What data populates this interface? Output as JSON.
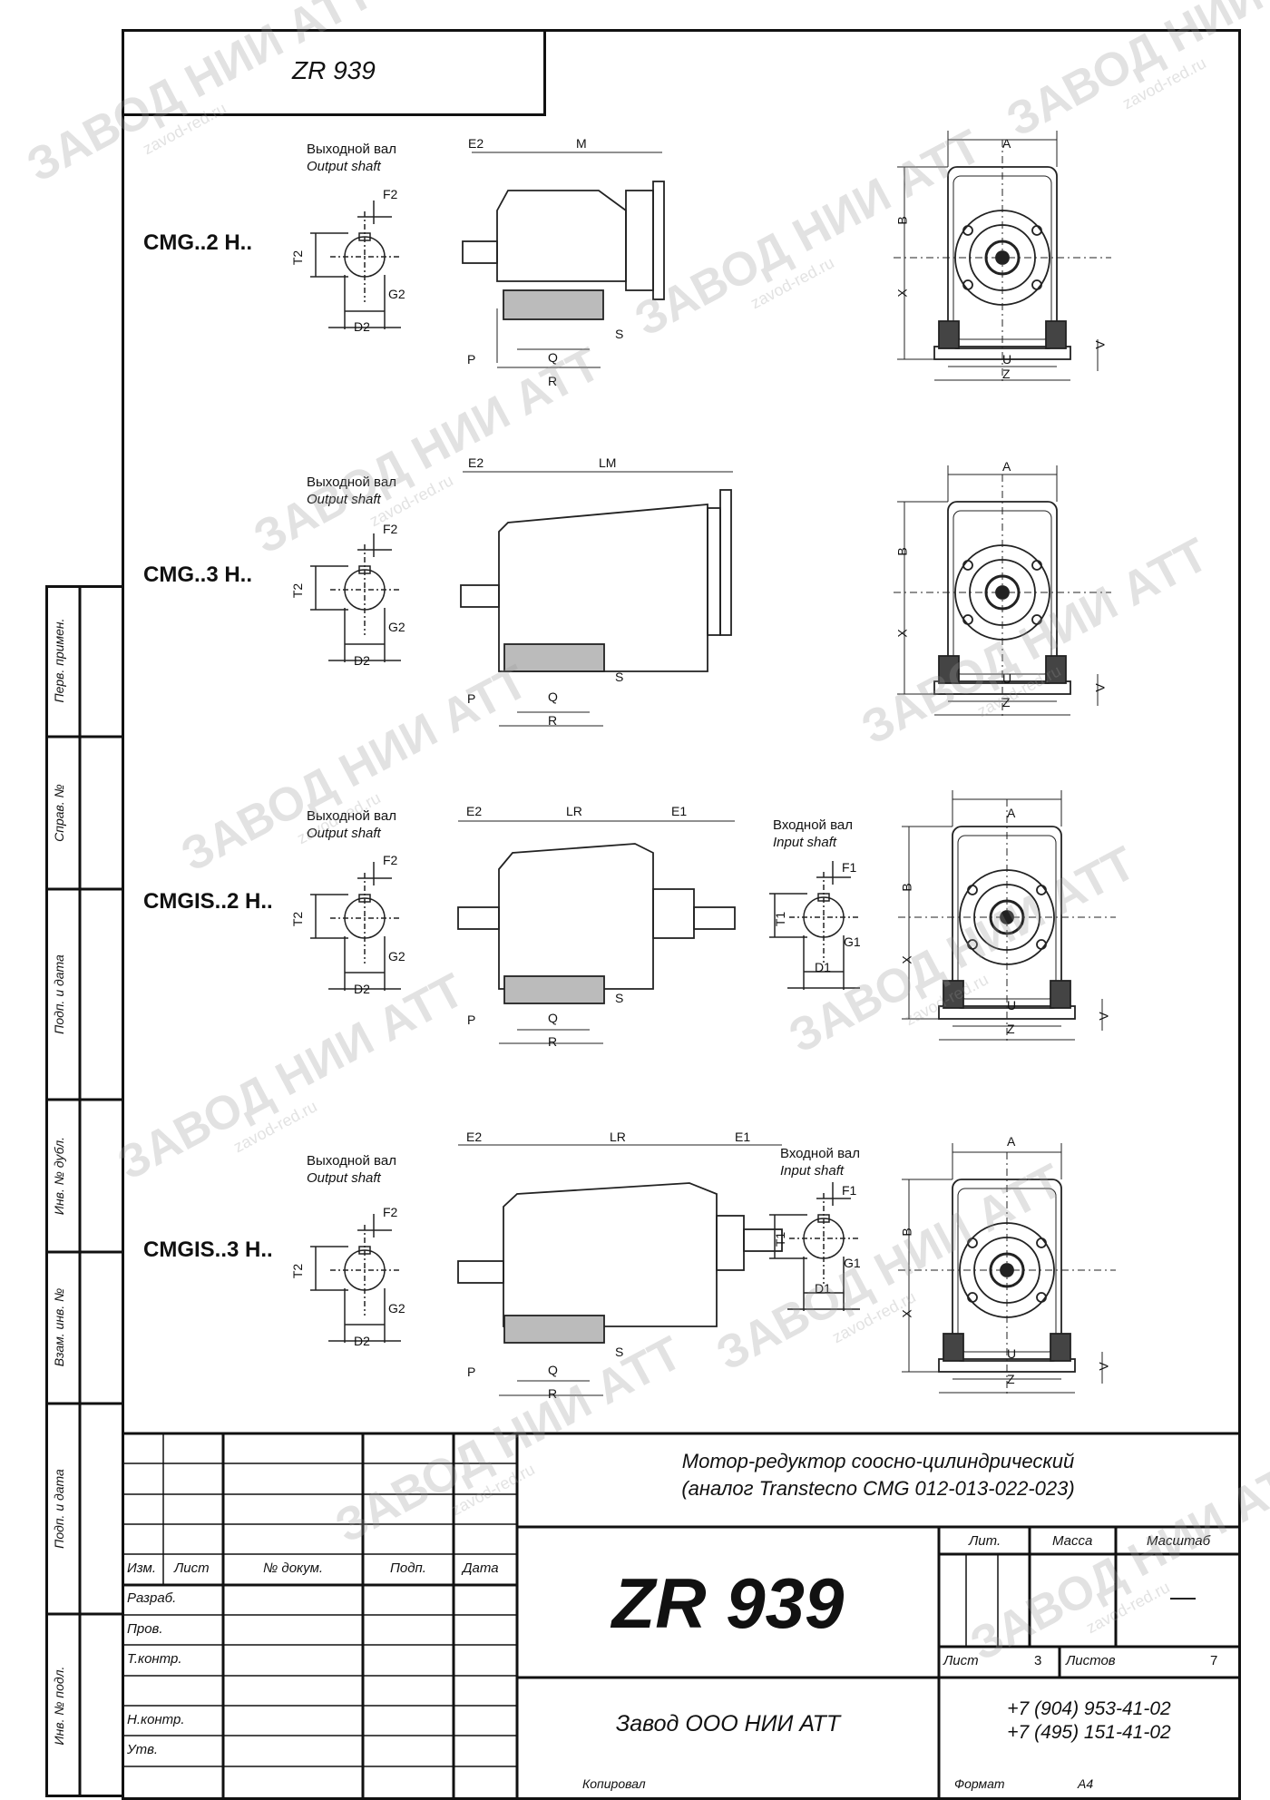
{
  "code_tab": "ZR 939",
  "rows": [
    {
      "model": "CMG..2 H..",
      "output_ru": "Выходной вал",
      "output_en": "Output shaft",
      "shaft_dims": {
        "F": "F2",
        "T": "T2",
        "G": "G2",
        "D": "D2"
      },
      "side_dims": [
        "E2",
        "M",
        "P",
        "Q",
        "R",
        "S"
      ],
      "front_dims": [
        "A",
        "B",
        "X",
        "U",
        "Z",
        "V"
      ]
    },
    {
      "model": "CMG..3 H..",
      "output_ru": "Выходной вал",
      "output_en": "Output shaft",
      "shaft_dims": {
        "F": "F2",
        "T": "T2",
        "G": "G2",
        "D": "D2"
      },
      "side_dims": [
        "E2",
        "LM",
        "P",
        "Q",
        "R",
        "S"
      ],
      "front_dims": [
        "A",
        "B",
        "X",
        "U",
        "Z",
        "V"
      ]
    },
    {
      "model": "CMGIS..2 H..",
      "output_ru": "Выходной вал",
      "output_en": "Output shaft",
      "input_ru": "Входной вал",
      "input_en": "Input shaft",
      "shaft_dims": {
        "F": "F2",
        "T": "T2",
        "G": "G2",
        "D": "D2"
      },
      "input_dims": {
        "F": "F1",
        "T": "T1",
        "G": "G1",
        "D": "D1"
      },
      "side_dims": [
        "E2",
        "LR",
        "E1",
        "P",
        "Q",
        "R",
        "S"
      ],
      "front_dims": [
        "A",
        "B",
        "X",
        "U",
        "Z",
        "V"
      ]
    },
    {
      "model": "CMGIS..3 H..",
      "output_ru": "Выходной вал",
      "output_en": "Output shaft",
      "input_ru": "Входной вал",
      "input_en": "Input shaft",
      "shaft_dims": {
        "F": "F2",
        "T": "T2",
        "G": "G2",
        "D": "D2"
      },
      "input_dims": {
        "F": "F1",
        "T": "T1",
        "G": "G1",
        "D": "D1"
      },
      "side_dims": [
        "E2",
        "LR",
        "E1",
        "P",
        "Q",
        "R",
        "S"
      ],
      "front_dims": [
        "A",
        "B",
        "X",
        "U",
        "Z",
        "V"
      ]
    }
  ],
  "side_strip": [
    "Перв. примен.",
    "Справ. №",
    "Подп. и дата",
    "Инв. № дубл.",
    "Взам. инв. №",
    "Подп. и дата",
    "Инв. № подл."
  ],
  "title_block": {
    "headers": [
      "Изм.",
      "Лист",
      "№ докум.",
      "Подп.",
      "Дата"
    ],
    "roles": [
      "Разраб.",
      "Пров.",
      "Т.контр.",
      "",
      "Н.контр.",
      "Утв."
    ],
    "description_line1": "Мотор-редуктор соосно-цилиндрический",
    "description_line2": "(аналог Transtecno CMG 012-013-022-023)",
    "designation": "ZR 939",
    "lit": "Лит.",
    "mass": "Масса",
    "scale": "Масштаб",
    "scale_value": "—",
    "sheet": "Лист",
    "sheet_value": "3",
    "sheets": "Листов",
    "sheets_value": "7",
    "company": "Завод ООО НИИ АТТ",
    "phone1": "+7 (904) 953-41-02",
    "phone2": "+7 (495) 151-41-02"
  },
  "footer": {
    "copied": "Копировал",
    "format": "Формат",
    "format_value": "A4"
  },
  "watermark": {
    "text": "ЗАВОД НИИ АТТ",
    "site": "zavod-red.ru"
  }
}
